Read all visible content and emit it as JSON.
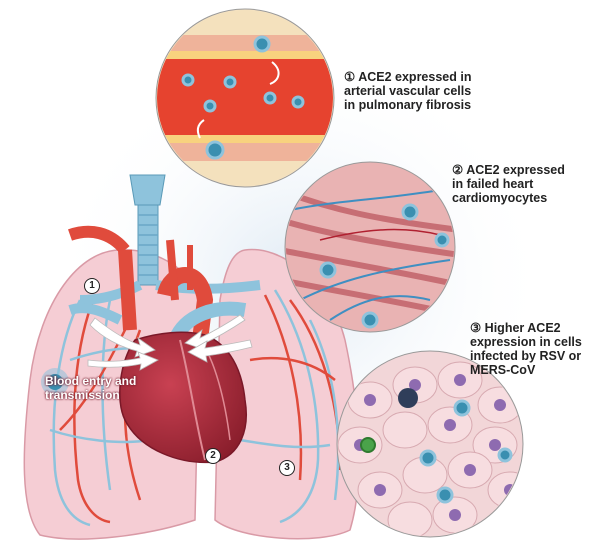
{
  "annotations": {
    "panel1": "① ACE2 expressed in\narterial vascular cells\nin pulmonary fibrosis",
    "panel2": "② ACE2 expressed\nin failed heart\ncardiomyocytes",
    "panel3": "③ Higher ACE2\nexpression in cells\ninfected by RSV or\nMERS-CoV",
    "blood_entry": "Blood entry and\ntransmission"
  },
  "markers": {
    "m1": "1",
    "m2": "2",
    "m3": "3"
  },
  "colors": {
    "artery": "#e04b3c",
    "vein": "#8ec3dc",
    "lung": "#f3c7cf",
    "heart": "#b8303f",
    "virus": "#3a8fb0",
    "background_glow": "#d7e7f2"
  },
  "icons": [
    "virus-particle",
    "white-arrow",
    "circle-number"
  ]
}
